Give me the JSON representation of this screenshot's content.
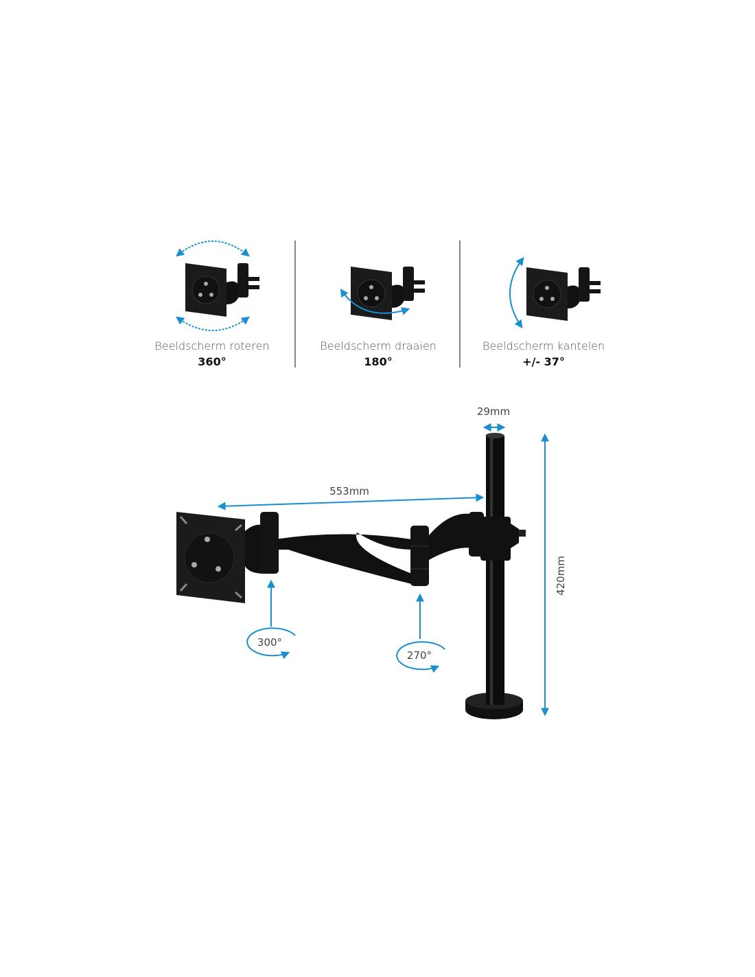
{
  "features": [
    {
      "label": "Beeldscherm roteren",
      "value": "360°"
    },
    {
      "label": "Beeldscherm draaien",
      "value": "180°"
    },
    {
      "label": "Beeldscherm kantelen",
      "value": "+/- 37°"
    }
  ],
  "dimensions": {
    "pole_diameter": "29mm",
    "arm_reach": "553mm",
    "pole_height": "420mm"
  },
  "rotations": {
    "monitor_joint": "300°",
    "elbow_joint": "270°"
  },
  "colors": {
    "accent": "#1a8fd0",
    "product": "#111111",
    "divider": "#888888"
  }
}
